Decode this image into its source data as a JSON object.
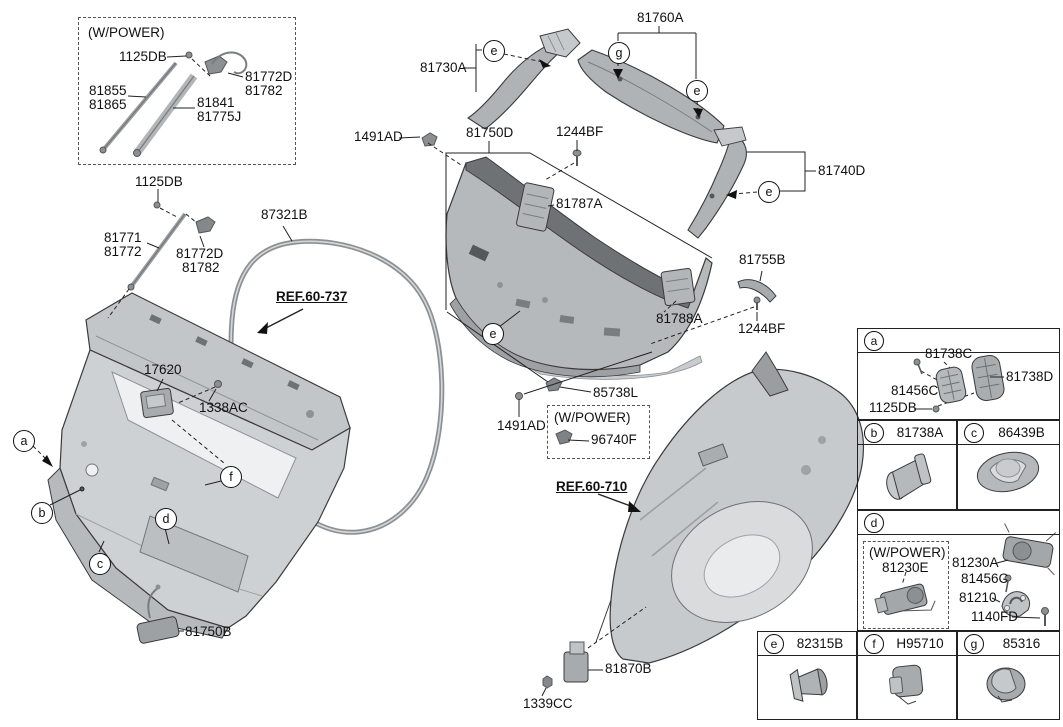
{
  "power_option_label": "(W/POWER)",
  "refs": {
    "tailgate_panel": "REF.60-737",
    "side_structure": "REF.60-710"
  },
  "markers": {
    "a": "a",
    "b": "b",
    "c": "c",
    "d": "d",
    "e": "e",
    "f": "f",
    "g": "g"
  },
  "parts": {
    "1125DB": "1125DB",
    "81772D": "81772D",
    "81782": "81782",
    "81855": "81855",
    "81865": "81865",
    "81841": "81841",
    "81775J": "81775J",
    "81771": "81771",
    "81772": "81772",
    "87321B": "87321B",
    "17620": "17620",
    "1338AC": "1338AC",
    "81750B": "81750B",
    "1491AD": "1491AD",
    "81750D": "81750D",
    "1244BF": "1244BF",
    "81730A": "81730A",
    "81760A": "81760A",
    "81740D": "81740D",
    "81787A": "81787A",
    "81788A": "81788A",
    "81755B": "81755B",
    "85738L": "85738L",
    "96740F": "96740F",
    "81870B": "81870B",
    "1339CC": "1339CC",
    "81738C": "81738C",
    "81456C": "81456C",
    "81738D": "81738D",
    "81738A": "81738A",
    "86439B": "86439B",
    "81230E": "81230E",
    "81230A": "81230A",
    "81210": "81210",
    "1140FD": "1140FD",
    "82315B": "82315B",
    "H95710": "H95710",
    "85316": "85316"
  }
}
